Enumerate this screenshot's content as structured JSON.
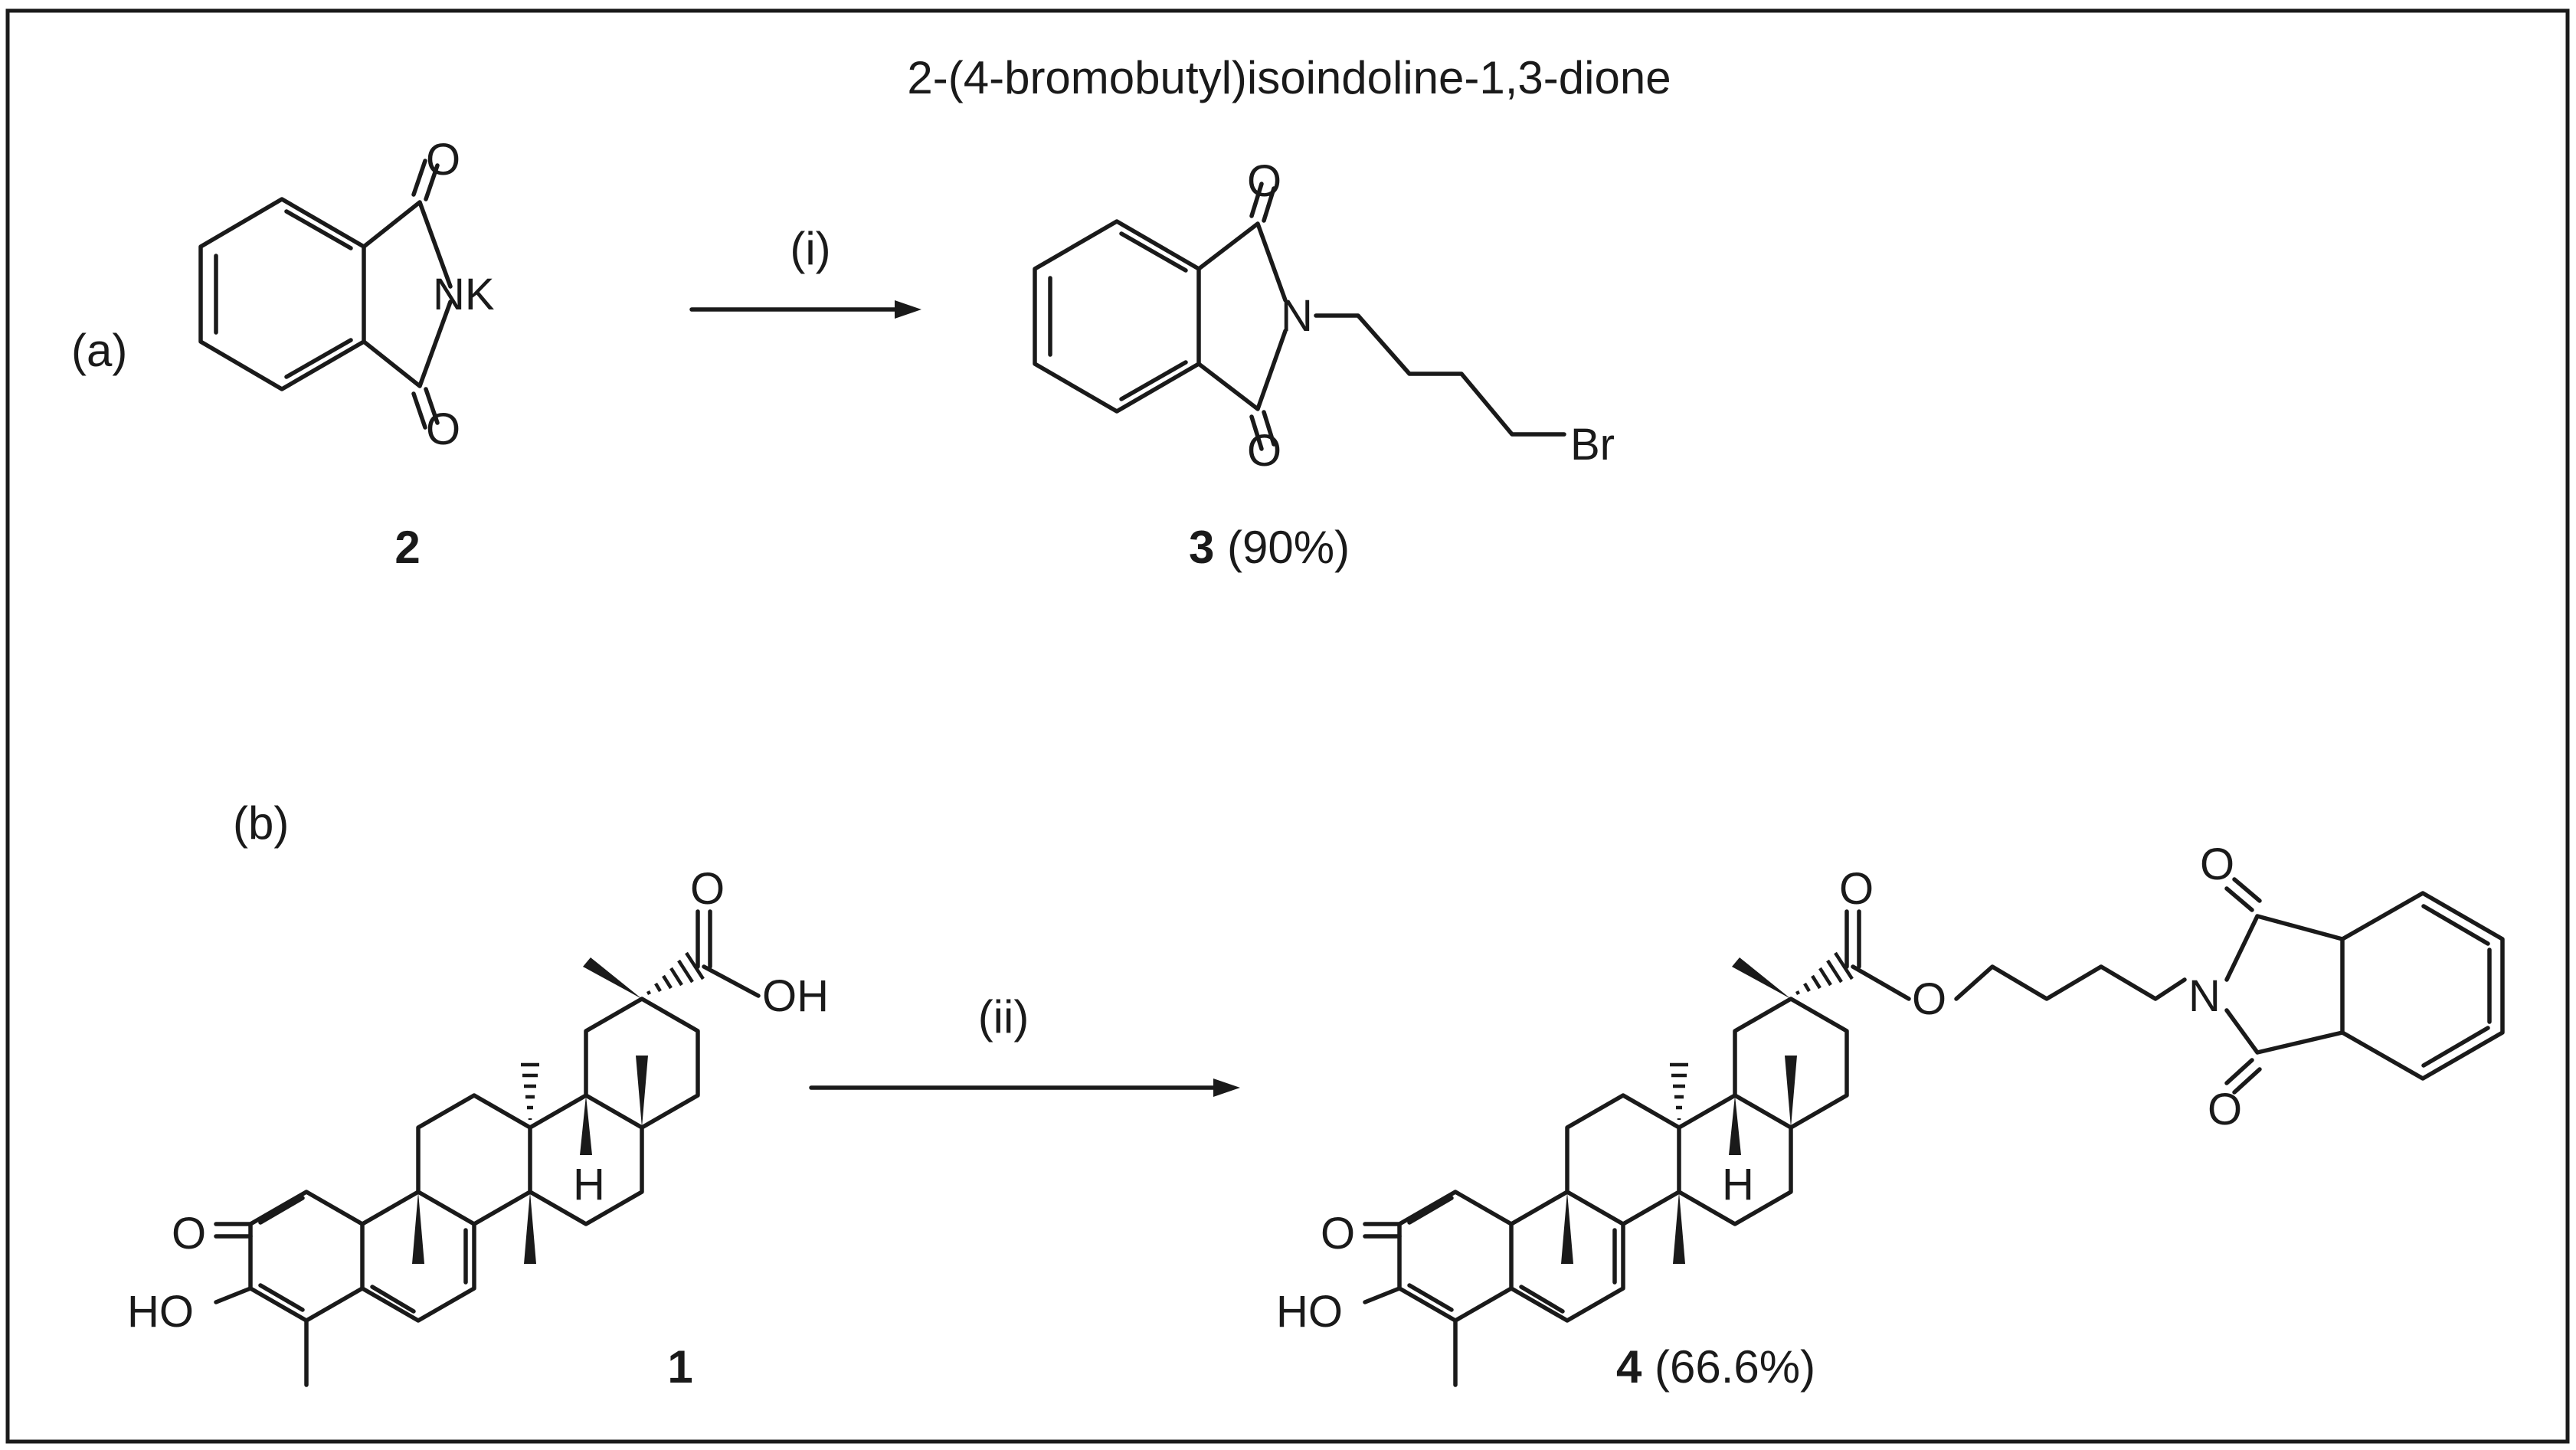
{
  "title": "2-(4-bromobutyl)isoindoline-1,3-dione",
  "panels": {
    "a": {
      "label": "(a)",
      "reagent_step": "(i)",
      "reactant": {
        "number": "2",
        "yield": "",
        "atoms": {
          "o_top": "O",
          "o_bottom": "O",
          "nk": "NK"
        }
      },
      "product": {
        "number": "3",
        "yield": "(90%)",
        "atoms": {
          "o_top": "O",
          "o_bottom": "O",
          "n": "N",
          "br": "Br"
        }
      }
    },
    "b": {
      "label": "(b)",
      "reagent_step": "(ii)",
      "reactant": {
        "number": "1",
        "yield": "",
        "atoms": {
          "o_acid": "O",
          "oh_acid": "OH",
          "o_ketone": "O",
          "ho": "HO",
          "h": "H"
        }
      },
      "product": {
        "number": "4",
        "yield": "(66.6%)",
        "atoms": {
          "o_ester_carbonyl": "O",
          "o_ester": "O",
          "n": "N",
          "o_imide_top": "O",
          "o_imide_bottom": "O",
          "o_ketone": "O",
          "ho": "HO",
          "h": "H"
        }
      }
    }
  },
  "colors": {
    "ink": "#1a1a1a",
    "background": "#ffffff"
  }
}
